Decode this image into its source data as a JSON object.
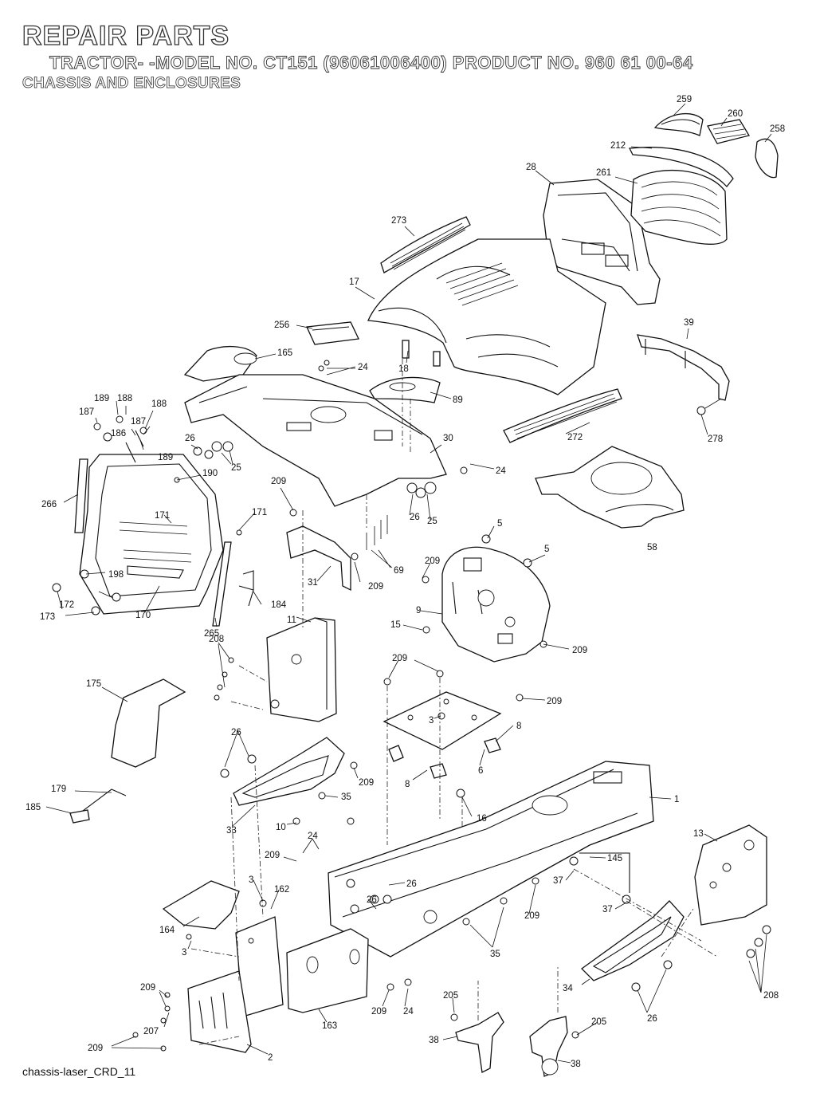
{
  "header": {
    "title": "REPAIR PARTS",
    "subtitle": "TRACTOR- -MODEL NO. CT151 (96061006400) PRODUCT NO. 960 61 00-64",
    "section": "CHASSIS AND ENCLOSURES"
  },
  "footer": {
    "caption": "chassis-laser_CRD_11"
  },
  "callouts": {
    "c259": "259",
    "c260": "260",
    "c258": "258",
    "c212": "212",
    "c28": "28",
    "c261": "261",
    "c273": "273",
    "c17": "17",
    "c256": "256",
    "c165": "165",
    "c24a": "24",
    "c18": "18",
    "c89": "89",
    "c39": "39",
    "c189a": "189",
    "c188a": "188",
    "c187a": "187",
    "c188b": "188",
    "c186": "186",
    "c187b": "187",
    "c189b": "189",
    "c26a": "26",
    "c25a": "25",
    "c30": "30",
    "c24b": "24",
    "c272": "272",
    "c278": "278",
    "c190": "190",
    "c266": "266",
    "c171a": "171",
    "c171b": "171",
    "c209a": "209",
    "c26b": "26",
    "c25b": "25",
    "c58": "58",
    "c5a": "5",
    "c5b": "5",
    "c69": "69",
    "c209b": "209",
    "c209c": "209",
    "c198": "198",
    "c172": "172",
    "c173": "173",
    "c170": "170",
    "c184": "184",
    "c31": "31",
    "c265": "265",
    "c11": "11",
    "c9": "9",
    "c15": "15",
    "c209d": "209",
    "c208a": "208",
    "c209e": "209",
    "c209f": "209",
    "c175": "175",
    "c3a": "3",
    "c8a": "8",
    "c26c": "26",
    "c6": "6",
    "c8b": "8",
    "c209g": "209",
    "c179": "179",
    "c185": "185",
    "c16": "16",
    "c35a": "35",
    "c1": "1",
    "c33": "33",
    "c10": "10",
    "c13": "13",
    "c24c": "24",
    "c209h": "209",
    "c145": "145",
    "c3b": "3",
    "c162": "162",
    "c26d": "26",
    "c37a": "37",
    "c26e": "26",
    "c37b": "37",
    "c164": "164",
    "c209i": "209",
    "c3c": "3",
    "c35b": "35",
    "c208b": "208",
    "c34": "34",
    "c26f": "26",
    "c209j": "209",
    "c207": "207",
    "c209k": "209",
    "c24d": "24",
    "c163": "163",
    "c205a": "205",
    "c205b": "205",
    "c38a": "38",
    "c38b": "38",
    "c2": "2",
    "c209l": "209"
  }
}
